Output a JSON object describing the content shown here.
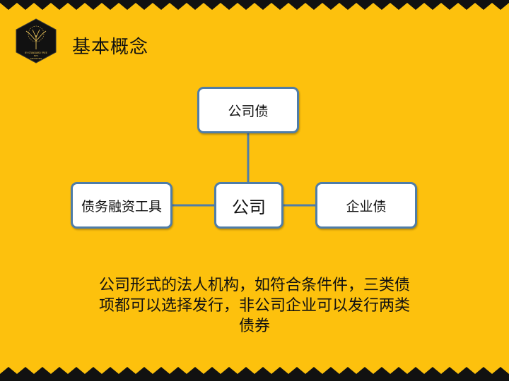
{
  "slide": {
    "title": "基本概念",
    "description": "公司形式的法人机构，如符合条件件，三类债项都可以选择发行，非公司企业可以发行两类债券"
  },
  "logo": {
    "lines": [
      "BY STANDARD FREE",
      "RSTA",
      "SECURITIES"
    ]
  },
  "diagram": {
    "center": "公司",
    "top": "公司债",
    "left": "债务融资工具",
    "right": "企业债"
  },
  "colors": {
    "background": "#FDC10D",
    "node_border": "#4F7DA8",
    "connector": "#4F7DA8",
    "zigzag": "#111111"
  }
}
